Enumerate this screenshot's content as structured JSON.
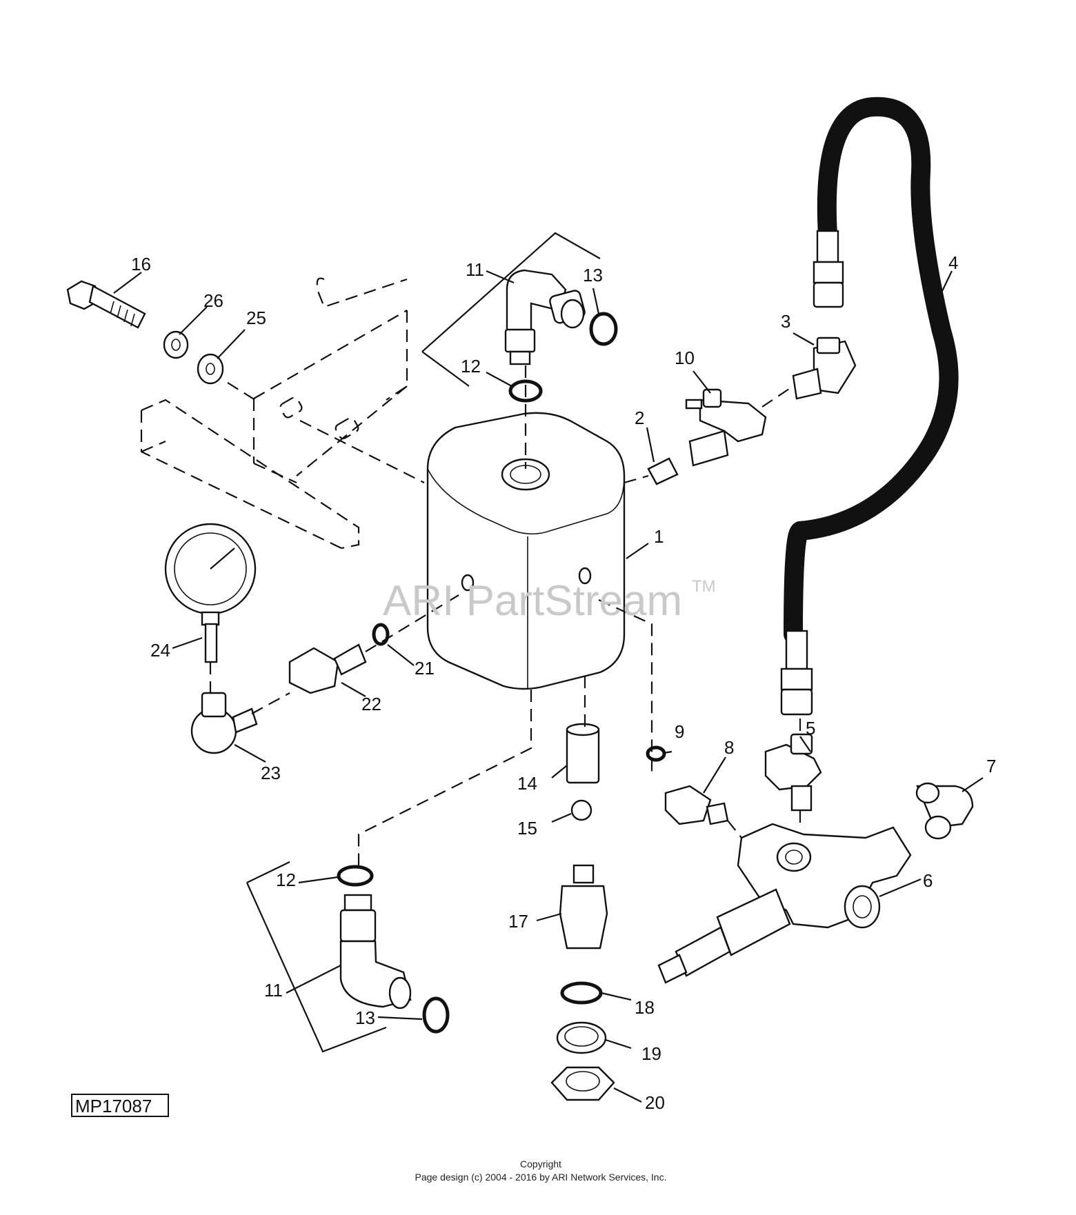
{
  "watermark": {
    "text": "ARI PartStream",
    "tm": "TM"
  },
  "diagram_id": "MP17087",
  "footer": {
    "line1": "Copyright",
    "line2": "Page design (c) 2004 - 2016 by ARI Network Services, Inc."
  },
  "callouts": {
    "c1": "1",
    "c2": "2",
    "c3": "3",
    "c4": "4",
    "c5": "5",
    "c6": "6",
    "c7": "7",
    "c8": "8",
    "c9": "9",
    "c10": "10",
    "c11a": "11",
    "c11b": "11",
    "c12a": "12",
    "c12b": "12",
    "c13a": "13",
    "c13b": "13",
    "c14": "14",
    "c15": "15",
    "c16": "16",
    "c17": "17",
    "c18": "18",
    "c19": "19",
    "c20": "20",
    "c21": "21",
    "c22": "22",
    "c23": "23",
    "c24": "24",
    "c25": "25",
    "c26": "26"
  }
}
